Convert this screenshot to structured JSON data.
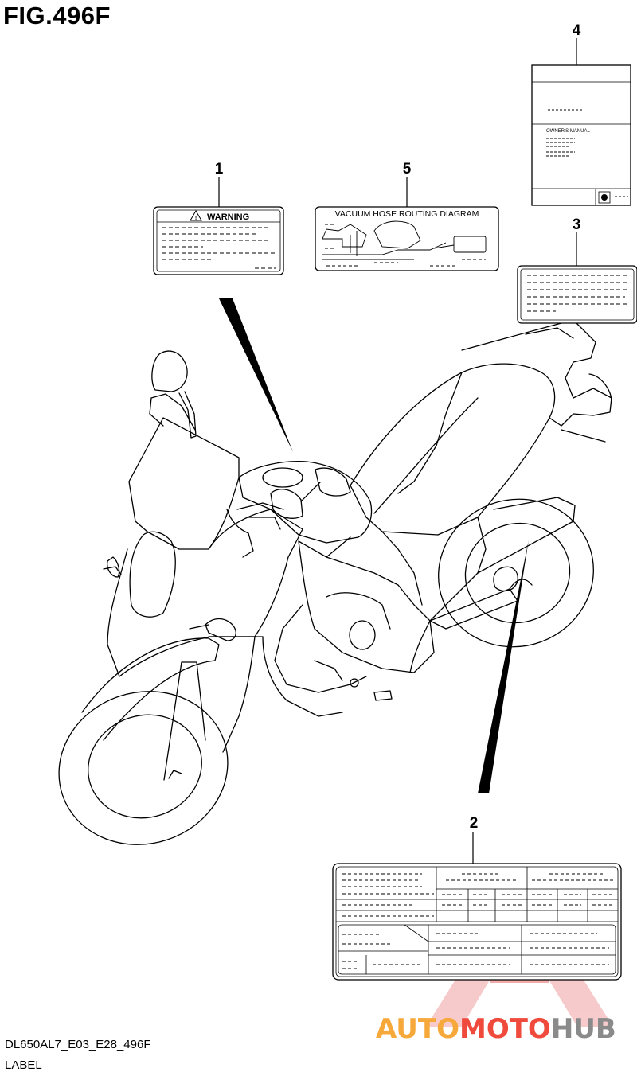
{
  "figure": {
    "title": "FIG.496F",
    "code": "DL650AL7_E03_E28_496F",
    "name": "LABEL"
  },
  "callouts": [
    {
      "number": "1",
      "part": "warning-label"
    },
    {
      "number": "2",
      "part": "information-label"
    },
    {
      "number": "3",
      "part": "caution-label"
    },
    {
      "number": "4",
      "part": "owners-manual"
    },
    {
      "number": "5",
      "part": "vacuum-hose-routing-label"
    }
  ],
  "labels": {
    "warning": "WARNING",
    "vacuum": "VACUUM HOSE ROUTING DIAGRAM",
    "manual": "OWNER'S MANUAL"
  },
  "watermark": {
    "part1": "AUTO",
    "part2": "MOTO",
    "part3": "HUB",
    "colors": {
      "part1": "#f7a83a",
      "part2": "#ef4a3c",
      "part3": "#8a8a8a"
    }
  }
}
